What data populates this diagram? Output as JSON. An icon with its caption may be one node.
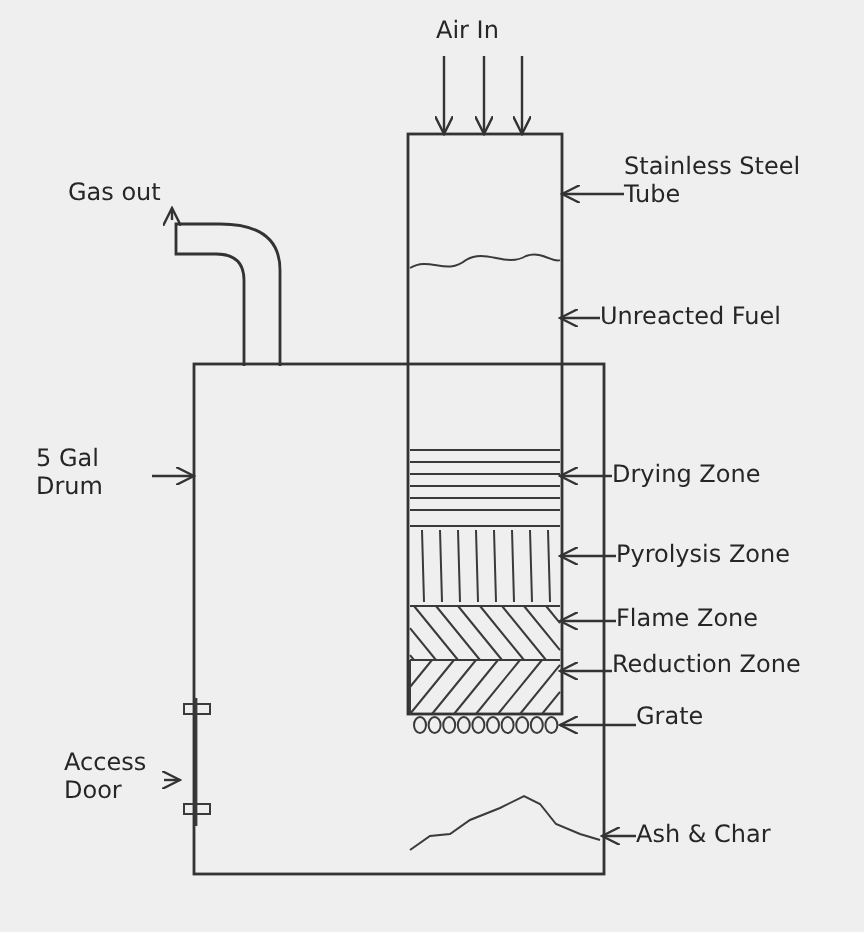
{
  "diagram": {
    "nodes": [
      {
        "text": [],
        "shape": "box"
      },
      {
        "text": [],
        "shape": "box"
      },
      {
        "text": [],
        "shape": "pipe"
      },
      {
        "text": [],
        "shape": "box",
        "in": 1
      },
      {
        "text": [],
        "shape": "box"
      },
      {
        "text": [],
        "shape": "box"
      },
      {
        "text": [],
        "shape": "box"
      },
      {
        "text": [],
        "shape": "box"
      },
      {
        "text": [],
        "shape": "bar",
        "in": 0
      },
      {
        "text": [],
        "shape": "mound",
        "in": 0
      },
      {
        "text": [],
        "shape": "bar"
      },
      {
        "text": [
          "Air In"
        ]
      },
      {
        "text": [
          "Stainless Steel Tube"
        ]
      },
      {
        "text": [
          "Gas out"
        ]
      },
      {
        "text": [
          "Unreacted Fuel"
        ]
      },
      {
        "text": [
          "5 Gal Drum"
        ]
      },
      {
        "text": [
          "Drying Zone"
        ]
      },
      {
        "text": [
          "Pyrolysis Zone"
        ]
      },
      {
        "text": [
          "Flame Zone"
        ]
      },
      {
        "text": [
          "Reduction Zone"
        ]
      },
      {
        "text": [
          "Grate"
        ]
      },
      {
        "text": [
          "Access Door"
        ]
      },
      {
        "text": [
          "Ash & Char"
        ]
      }
    ],
    "edges": [
      {
        "from": 11,
        "to": 1,
        "arrow": "to"
      },
      {
        "from": 11,
        "to": 1,
        "arrow": "to"
      },
      {
        "from": 11,
        "to": 1,
        "arrow": "to"
      },
      {
        "from": 12,
        "to": 1,
        "arrow": "to"
      },
      {
        "from": 2,
        "to": 13,
        "arrow": "to"
      },
      {
        "from": 14,
        "to": 3,
        "arrow": "to"
      },
      {
        "from": 15,
        "to": 0,
        "arrow": "to"
      },
      {
        "from": 16,
        "to": 4,
        "arrow": "to"
      },
      {
        "from": 17,
        "to": 5,
        "arrow": "to"
      },
      {
        "from": 18,
        "to": 6,
        "arrow": "to"
      },
      {
        "from": 19,
        "to": 7,
        "arrow": "to"
      },
      {
        "from": 20,
        "to": 8,
        "arrow": "to"
      },
      {
        "from": 21,
        "to": 10,
        "arrow": "to"
      },
      {
        "from": 22,
        "to": 9,
        "arrow": "to"
      }
    ]
  }
}
